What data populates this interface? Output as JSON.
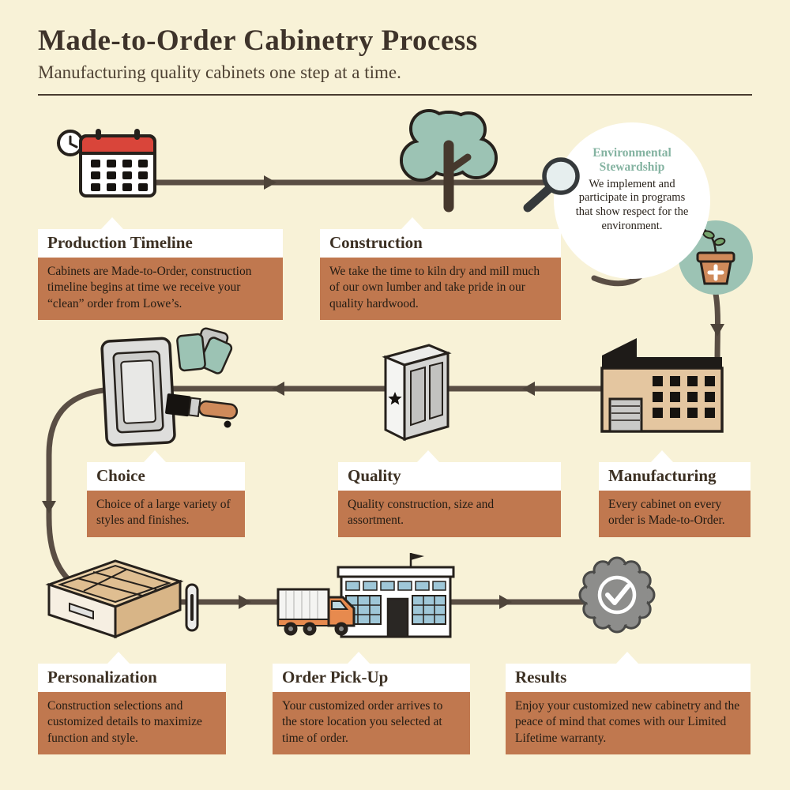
{
  "header": {
    "title": "Made-to-Order Cabinetry Process",
    "subtitle": "Manufacturing quality cabinets one step at a time."
  },
  "steps": [
    {
      "label": "Production Timeline",
      "desc": "Cabinets are Made-to-Order, construction timeline begins at time we receive your “clean” order from Lowe’s."
    },
    {
      "label": "Construction",
      "desc": "We take the time to kiln dry and mill much of our own lumber and take pride in our quality hardwood."
    },
    {
      "label": "Choice",
      "desc": "Choice of a large variety of styles and finishes."
    },
    {
      "label": "Quality",
      "desc": "Quality construction, size and assortment."
    },
    {
      "label": "Manufacturing",
      "desc": "Every cabinet on every order is Made-to-Order."
    },
    {
      "label": "Personalization",
      "desc": "Construction selections and customized details to maximize function and style."
    },
    {
      "label": "Order Pick-Up",
      "desc": "Your customized order arrives to the store location you selected at time of order."
    },
    {
      "label": "Results",
      "desc": "Enjoy your customized new cabinetry and the peace of mind that comes with our Limited Lifetime warranty."
    }
  ],
  "callout": {
    "title": "Environmental Stewardship",
    "body": "We implement and participate in programs that show respect for the environment."
  },
  "colors": {
    "background": "#f8f2d7",
    "accent_orange": "#c0784f",
    "teal": "#9cc3b4",
    "flow_line": "#5a4e44",
    "calendar_red": "#d9453a",
    "panel_white": "#ffffff"
  }
}
